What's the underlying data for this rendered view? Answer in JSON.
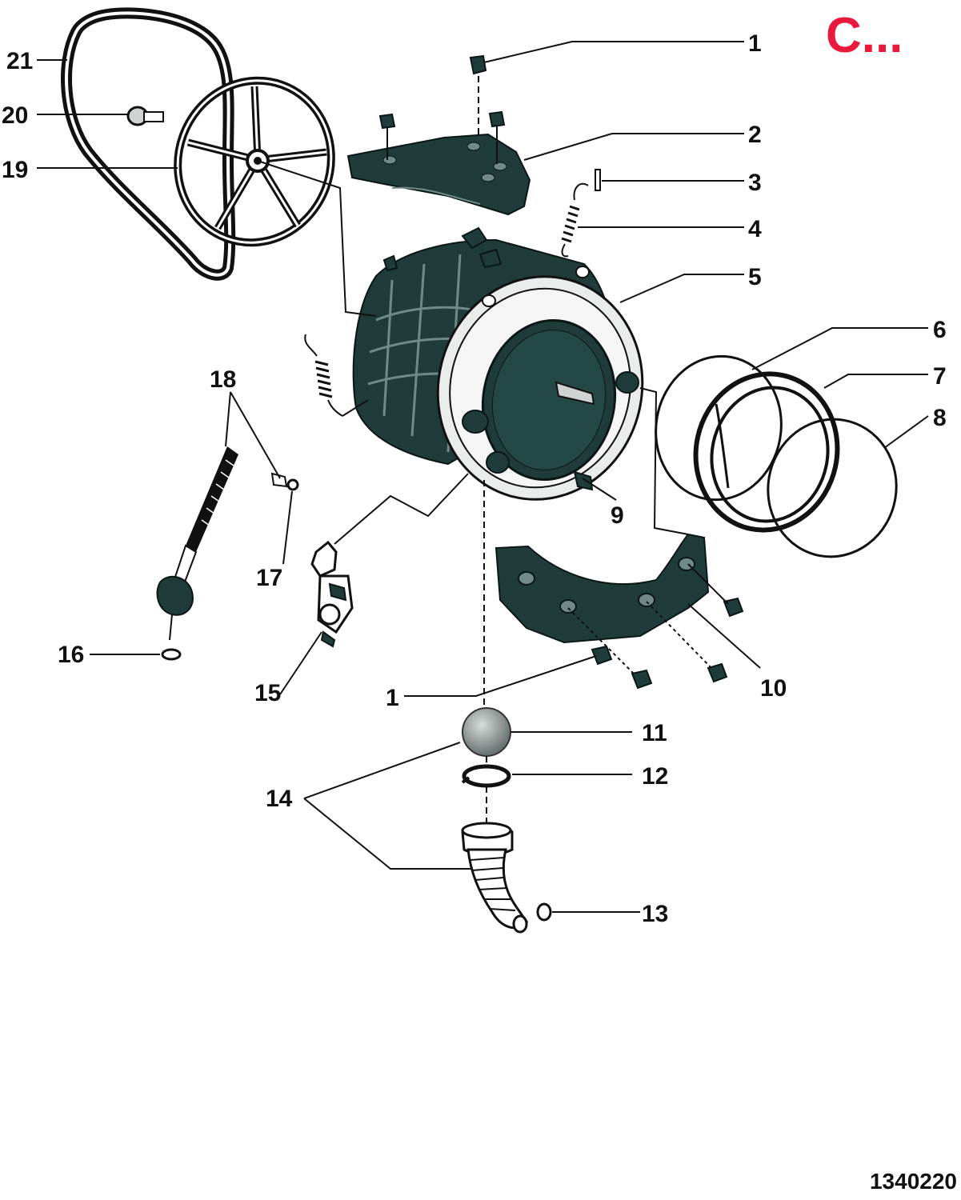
{
  "corner_mark": "C...",
  "drawing_number": "1340220",
  "accent_color": "#e8193c",
  "callouts": {
    "c1_top": "1",
    "c2": "2",
    "c3": "3",
    "c4": "4",
    "c5": "5",
    "c6": "6",
    "c7": "7",
    "c8": "8",
    "c9": "9",
    "c10": "10",
    "c1_bottom": "1",
    "c11": "11",
    "c12": "12",
    "c13": "13",
    "c14": "14",
    "c15": "15",
    "c16": "16",
    "c17": "17",
    "c18": "18",
    "c19": "19",
    "c20": "20",
    "c21": "21"
  }
}
